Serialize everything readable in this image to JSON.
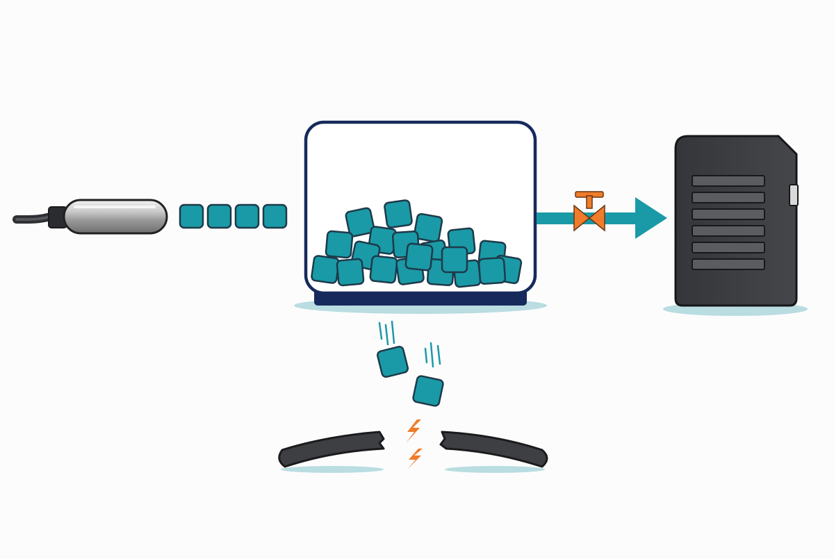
{
  "diagram": {
    "buffer": {
      "stored_packet_count": 20,
      "overflow_packet_count": 2
    },
    "incoming_packet_count": 4,
    "colors": {
      "packet": "#1a9aa6",
      "packet_outline": "#1d3a4a",
      "buffer_frame": "#172a5c",
      "flow_arrow": "#1a9aa6",
      "valve": "#ef7c2b",
      "spark": "#ef7c2b",
      "server": "#3c3d40",
      "cable": "#3e3f42",
      "shadow": "#b9dde1"
    },
    "icons": {
      "source": "usb-connector-icon",
      "valve": "valve-icon",
      "destination": "server-icon",
      "broken_link": "broken-cable-icon",
      "spark": "lightning-icon"
    }
  }
}
